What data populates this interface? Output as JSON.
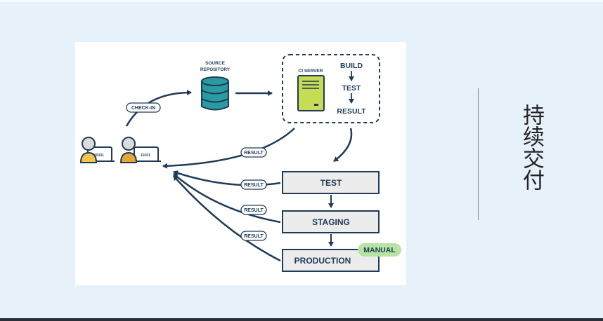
{
  "title": "持续交付",
  "diagram": {
    "source_repository_line1": "SOURCE",
    "source_repository_line2": "REPOSITORY",
    "check_in": "CHECK-IN",
    "ci_server": "CI SERVER",
    "build": "BUILD",
    "test_small": "TEST",
    "result_small": "RESULT",
    "result_pill": "RESULT",
    "stage_test": "TEST",
    "stage_staging": "STAGING",
    "stage_production": "PRODUCTION",
    "manual": "MANUAL",
    "screen_code": "10101",
    "colors": {
      "navy": "#1f3b57",
      "teal": "#2a9aa3",
      "lime": "#c6dc55",
      "orange": "#e4a636",
      "yellow": "#f1c64a",
      "manual_green": "#b7e3a5",
      "stage_fill": "#ececec"
    }
  }
}
